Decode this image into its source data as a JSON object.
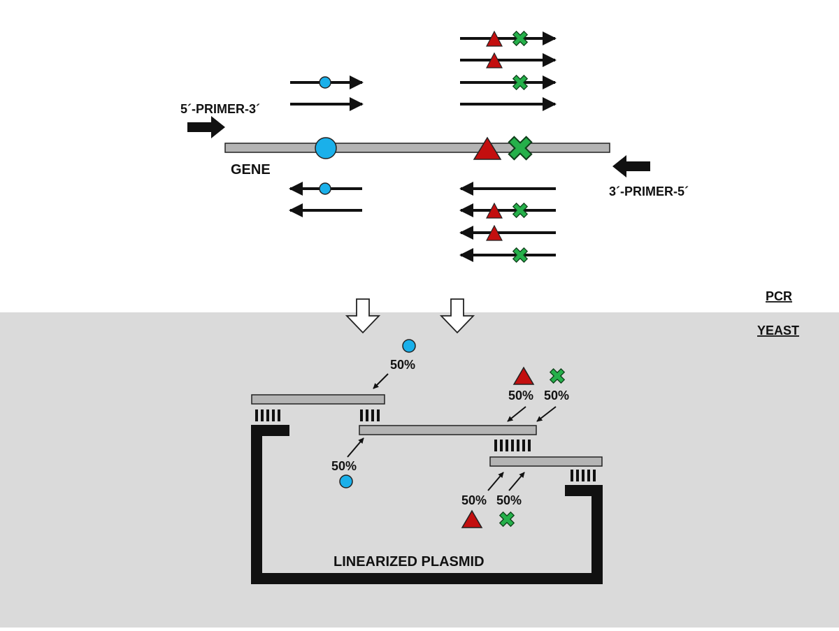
{
  "labels": {
    "forward_primer": "5´-PRIMER-3´",
    "reverse_primer": "3´-PRIMER-5´",
    "gene": "GENE",
    "pcr": "PCR",
    "yeast": "YEAST",
    "plasmid": "LINEARIZED PLASMID"
  },
  "percentages": {
    "circle_top": "50%",
    "circle_bottom": "50%",
    "triangle_top": "50%",
    "cross_top": "50%",
    "triangle_bottom": "50%",
    "cross_bottom": "50%"
  },
  "colors": {
    "circle": "#1ab0ea",
    "triangle": "#c30f0f",
    "cross": "#25b04a",
    "bar": "#b4b4b4",
    "yeast_bg": "#dadada",
    "ink": "#111111"
  }
}
